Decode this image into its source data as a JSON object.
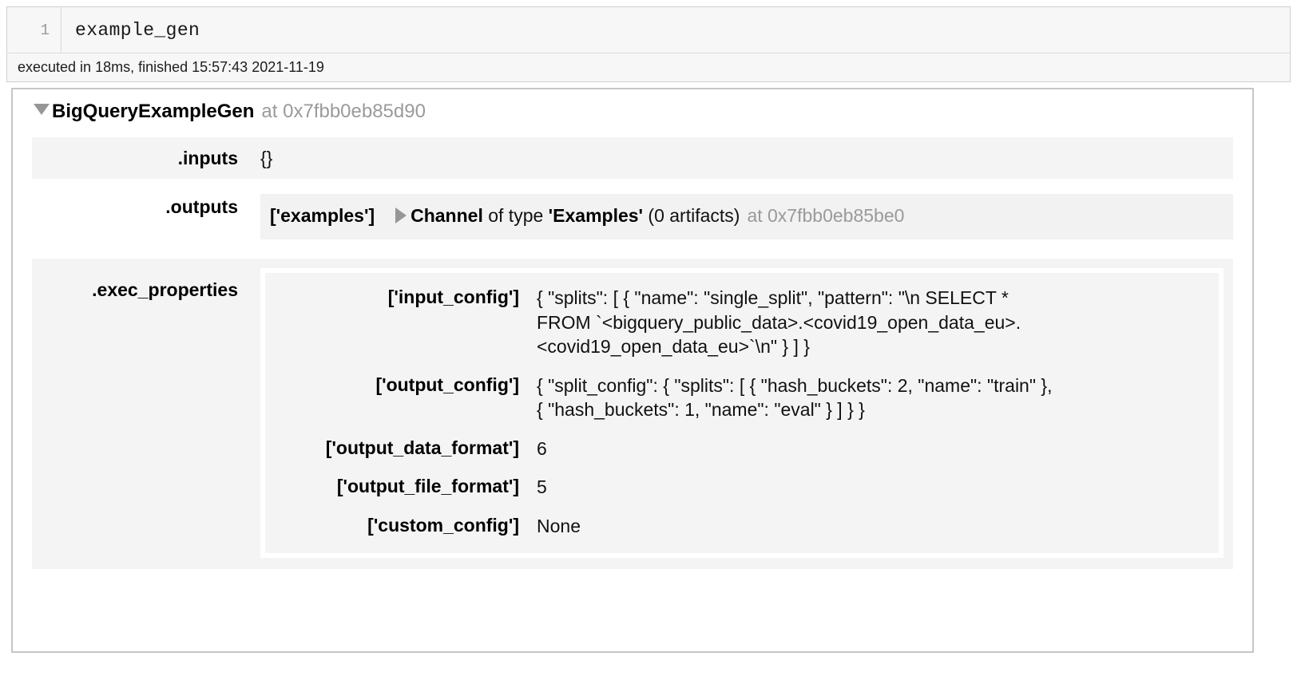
{
  "notebook": {
    "line_number": "1",
    "code": "example_gen",
    "execution_status": "executed in 18ms, finished 15:57:43 2021-11-19"
  },
  "component": {
    "collapse_icon": "triangle-down-icon",
    "name": "BigQueryExampleGen",
    "address": "at 0x7fbb0eb85d90"
  },
  "inputs": {
    "label": ".inputs",
    "value": "{}"
  },
  "outputs": {
    "label": ".outputs",
    "key": "['examples']",
    "expand_icon": "triangle-right-icon",
    "channel_word": "Channel",
    "of_type": " of type ",
    "artifact_type": "'Examples'",
    "artifact_count": "(0 artifacts)",
    "address": "at 0x7fbb0eb85be0"
  },
  "exec_properties": {
    "label": ".exec_properties",
    "items": [
      {
        "key": "['input_config']",
        "value": "{ \"splits\": [ { \"name\": \"single_split\", \"pattern\": \"\\n SELECT *\nFROM `<bigquery_public_data>.<covid19_open_data_eu>.\n<covid19_open_data_eu>`\\n\" } ] }"
      },
      {
        "key": "['output_config']",
        "value": "{ \"split_config\": { \"splits\": [ { \"hash_buckets\": 2, \"name\": \"train\" },\n{ \"hash_buckets\": 1, \"name\": \"eval\" } ] } }"
      },
      {
        "key": "['output_data_format']",
        "value": "6"
      },
      {
        "key": "['output_file_format']",
        "value": "5"
      },
      {
        "key": "['custom_config']",
        "value": "None"
      }
    ]
  },
  "colors": {
    "cell_bg": "#f7f7f7",
    "border": "#c6c6c6",
    "panel_bg": "#f4f4f4",
    "muted_text": "#9a9a9a"
  }
}
